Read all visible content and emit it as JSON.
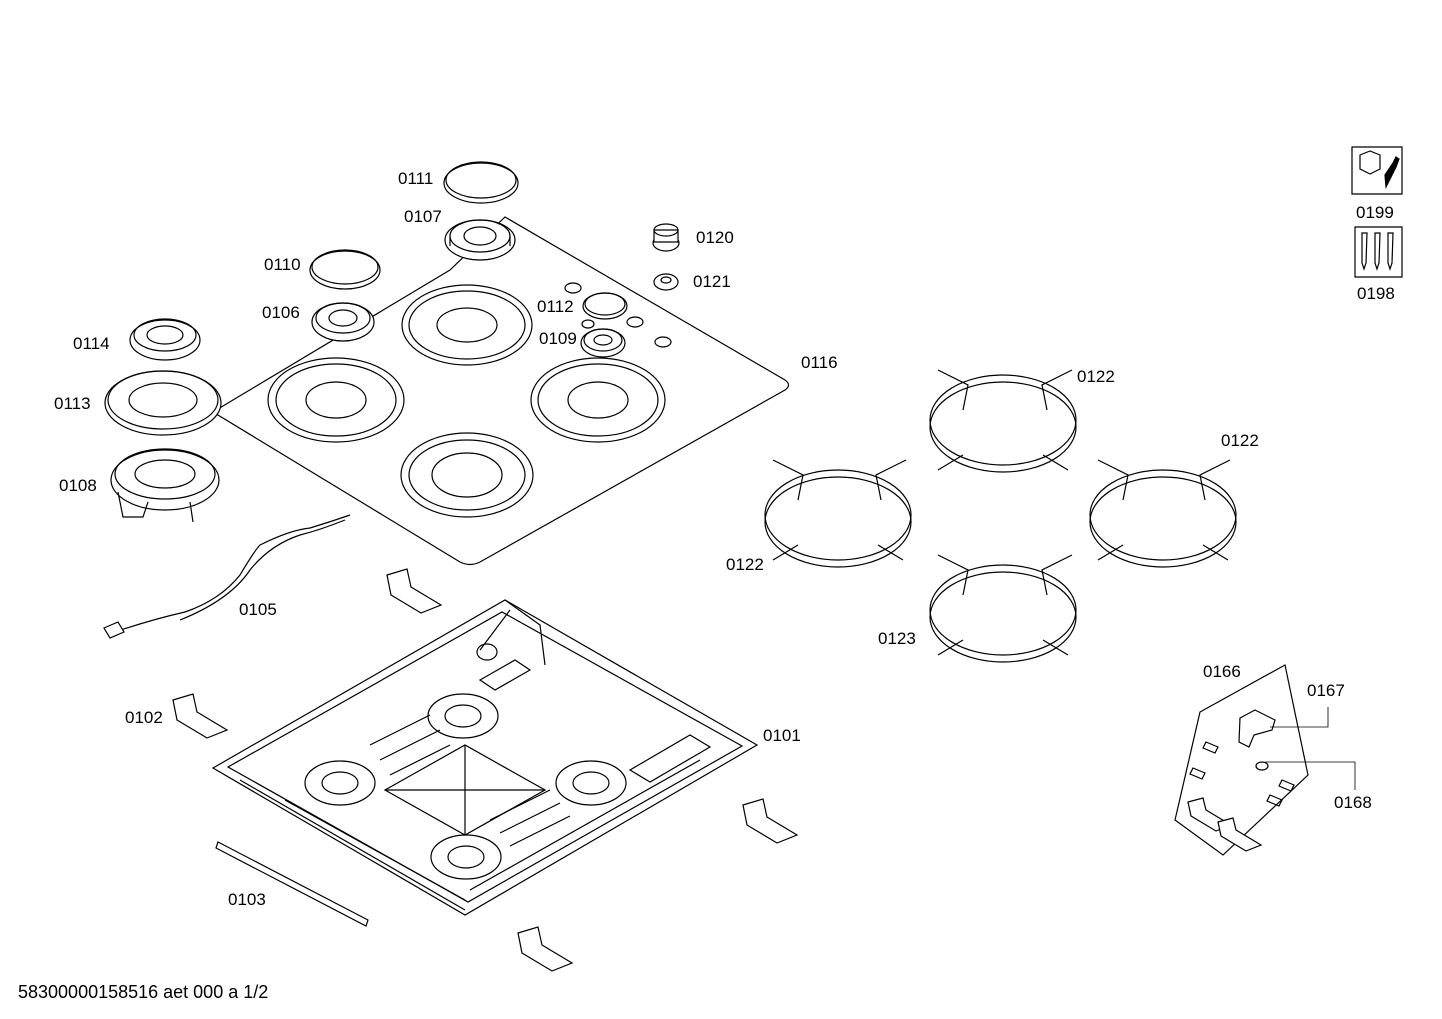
{
  "parts": [
    {
      "ref": "0111"
    },
    {
      "ref": "0107"
    },
    {
      "ref": "0110"
    },
    {
      "ref": "0106"
    },
    {
      "ref": "0114"
    },
    {
      "ref": "0113"
    },
    {
      "ref": "0108"
    },
    {
      "ref": "0120"
    },
    {
      "ref": "0121"
    },
    {
      "ref": "0112"
    },
    {
      "ref": "0109"
    },
    {
      "ref": "0116"
    },
    {
      "ref": "0105"
    },
    {
      "ref": "0102"
    },
    {
      "ref": "0101"
    },
    {
      "ref": "0103"
    },
    {
      "ref": "0122"
    },
    {
      "ref": "0122"
    },
    {
      "ref": "0122"
    },
    {
      "ref": "0123"
    },
    {
      "ref": "0166"
    },
    {
      "ref": "0167"
    },
    {
      "ref": "0168"
    },
    {
      "ref": "0199"
    },
    {
      "ref": "0198"
    }
  ],
  "footer": "58300000158516 aet 000 a 1/2",
  "icons": [
    "tool-kit-icon",
    "screw-set-icon"
  ]
}
